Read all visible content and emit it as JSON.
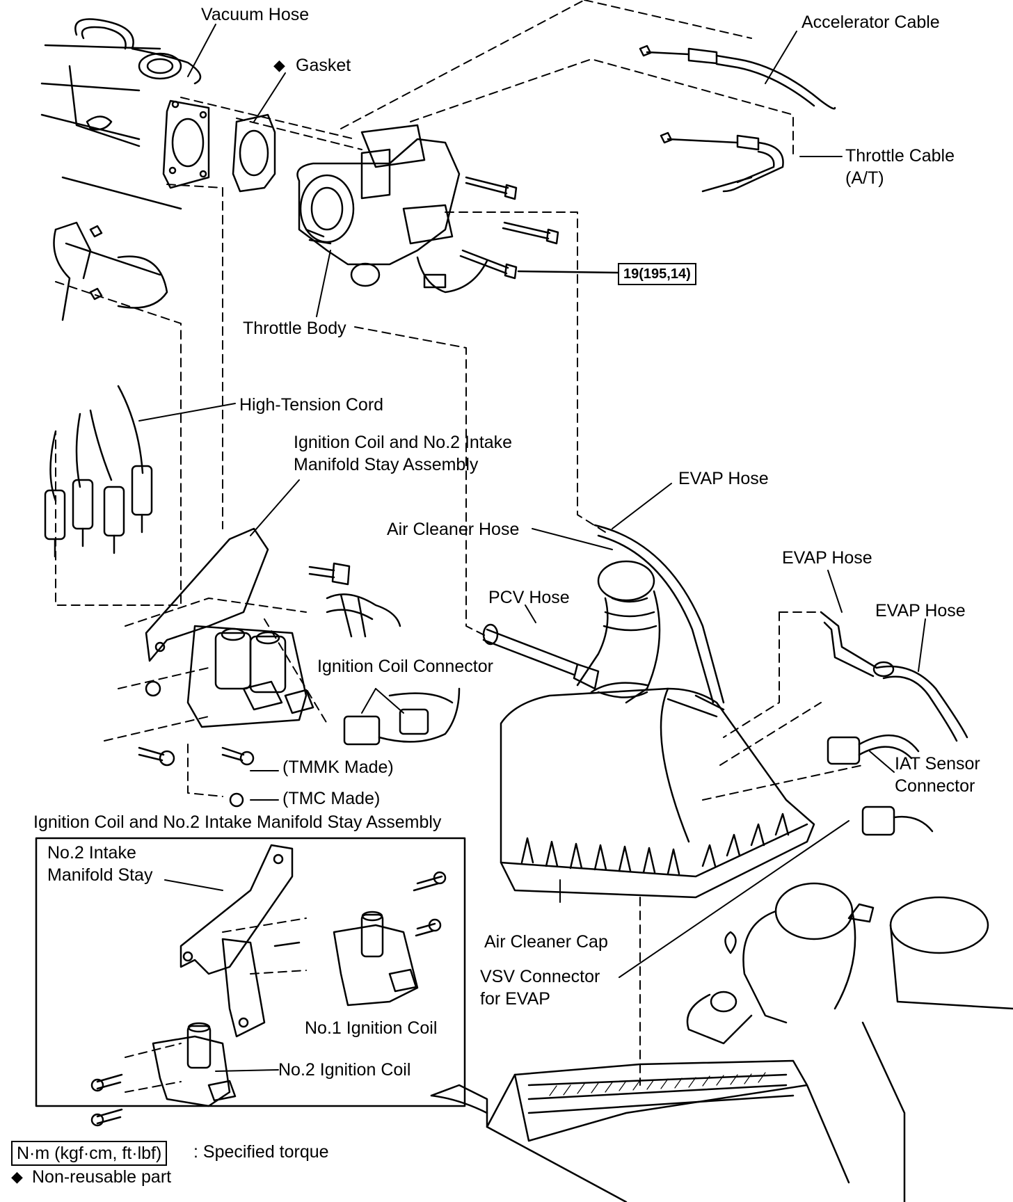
{
  "labels": {
    "vacuum_hose": "Vacuum Hose",
    "gasket": "Gasket",
    "accelerator_cable": "Accelerator Cable",
    "throttle_cable": "Throttle  Cable\n(A/T)",
    "throttle_body": "Throttle Body",
    "torque_value": "19(195,14)",
    "high_tension_cord": "High-Tension Cord",
    "ignition_coil_stay_assembly": "Ignition Coil and No.2 Intake\nManifold Stay Assembly",
    "evap_hose_1": "EVAP Hose",
    "air_cleaner_hose": "Air Cleaner Hose",
    "evap_hose_2": "EVAP Hose",
    "pcv_hose": "PCV Hose",
    "evap_hose_3": "EVAP Hose",
    "ignition_coil_connector": "Ignition Coil Connector",
    "iat_sensor_connector": "IAT Sensor\nConnector",
    "tmmk_made": "(TMMK Made)",
    "tmc_made": "(TMC Made)",
    "inset_title": "Ignition Coil and No.2 Intake Manifold Stay Assembly",
    "no2_intake_manifold_stay": "No.2 Intake\nManifold Stay",
    "no1_ignition_coil": "No.1 Ignition Coil",
    "no2_ignition_coil": "No.2 Ignition Coil",
    "air_cleaner_cap": "Air Cleaner Cap",
    "vsv_connector": "VSV  Connector\nfor EVAP"
  },
  "legend": {
    "torque_unit": "N·m (kgf·cm, ft·lbf)",
    "torque_desc": ": Specified torque",
    "nonreusable_mark": "◆",
    "nonreusable_desc": "Non-reusable part"
  }
}
